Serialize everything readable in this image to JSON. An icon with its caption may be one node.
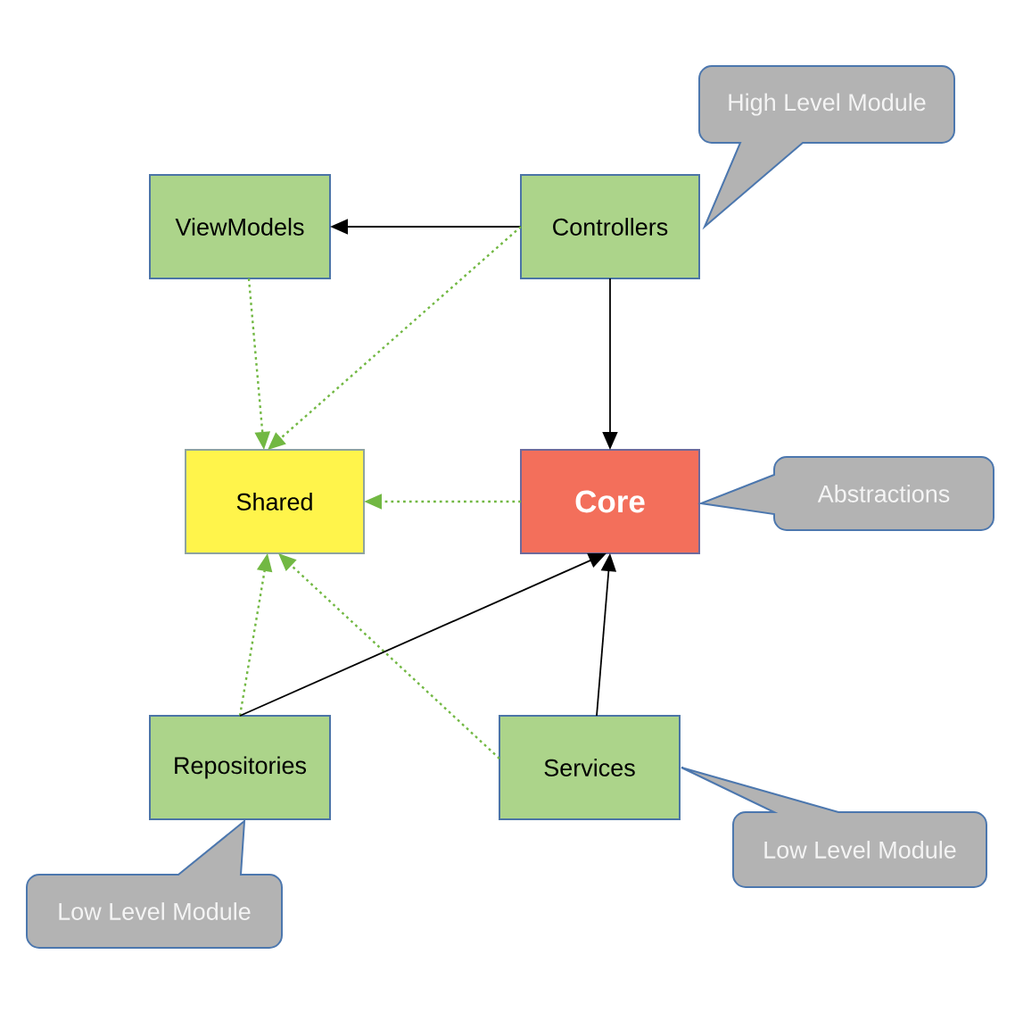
{
  "diagram": {
    "nodes": [
      {
        "text": [
          "High Level Module"
        ]
      },
      {
        "text": [
          "ViewModels"
        ]
      },
      {
        "text": [
          "Controllers"
        ]
      },
      {
        "text": [
          "Shared"
        ]
      },
      {
        "text": [
          "Core"
        ]
      },
      {
        "text": [
          "Abstractions"
        ]
      },
      {
        "text": [
          "Repositories"
        ]
      },
      {
        "text": [
          "Services"
        ]
      },
      {
        "text": [
          "Low Level Module"
        ]
      },
      {
        "text": [
          "Low Level Module"
        ]
      }
    ],
    "edges": [
      {
        "from": 2,
        "to": 1,
        "arrow": "to",
        "color": "#000000"
      },
      {
        "from": 2,
        "to": 4,
        "arrow": "to",
        "color": "#000000"
      },
      {
        "from": 2,
        "to": 3,
        "arrow": "to",
        "style": "dashed",
        "color": "#72b843"
      },
      {
        "from": 1,
        "to": 3,
        "arrow": "to",
        "style": "dashed",
        "color": "#72b843"
      },
      {
        "from": 4,
        "to": 3,
        "arrow": "to",
        "style": "dashed",
        "color": "#72b843"
      },
      {
        "from": 6,
        "to": 3,
        "arrow": "to",
        "style": "dashed",
        "color": "#72b843"
      },
      {
        "from": 7,
        "to": 3,
        "arrow": "to",
        "style": "dashed",
        "color": "#72b843"
      },
      {
        "from": 6,
        "to": 4,
        "arrow": "to",
        "color": "#000000"
      },
      {
        "from": 7,
        "to": 4,
        "arrow": "to",
        "color": "#000000"
      }
    ]
  }
}
